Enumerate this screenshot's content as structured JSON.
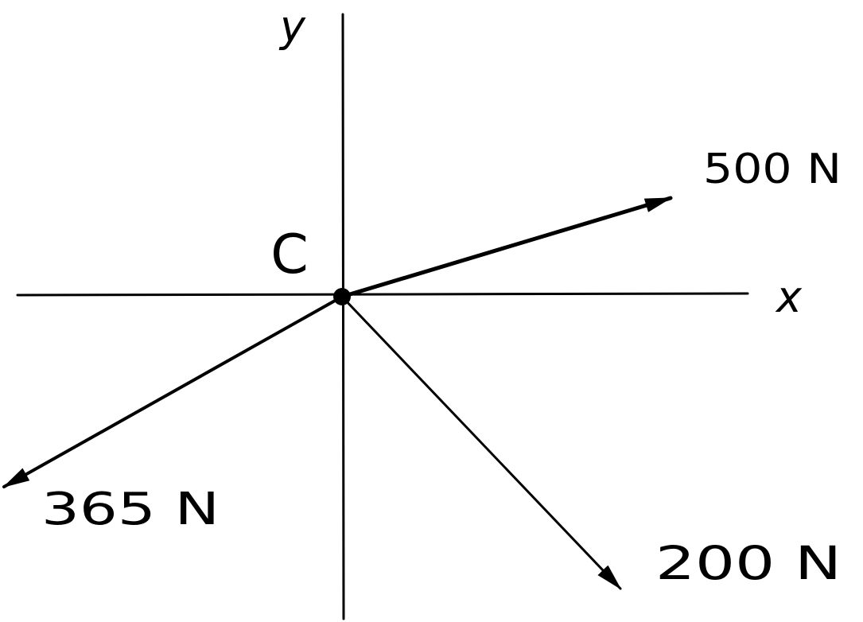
{
  "diagram": {
    "axes": {
      "x_label": "x",
      "y_label": "y"
    },
    "point": {
      "label": "C"
    },
    "forces": [
      {
        "label": "500 N"
      },
      {
        "label": "365 N"
      },
      {
        "label": "200 N"
      }
    ],
    "colors": {
      "ink": "#000000",
      "background": "#ffffff"
    }
  }
}
